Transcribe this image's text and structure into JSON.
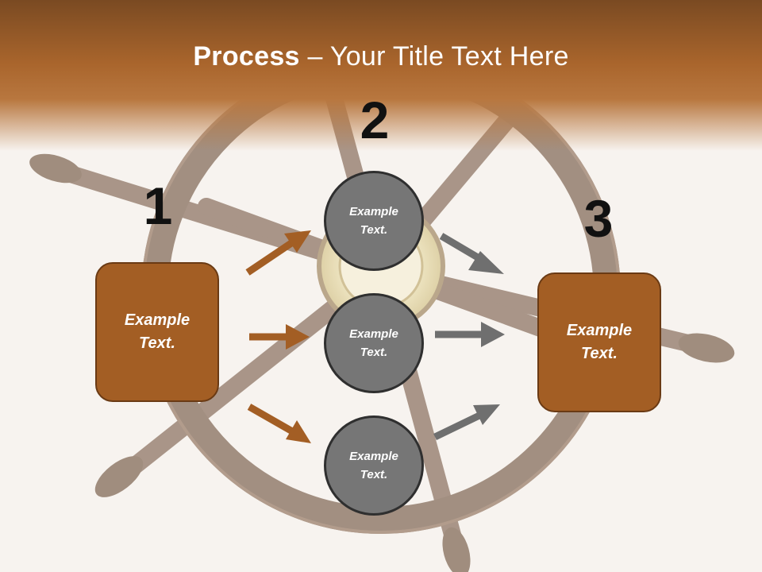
{
  "title": {
    "bold": "Process",
    "rest": " – Your Title Text Here"
  },
  "steps": {
    "one": "1",
    "two": "2",
    "three": "3"
  },
  "left_box": {
    "text": "Example Text."
  },
  "right_box": {
    "text": "Example Text."
  },
  "circles": [
    {
      "text": "Example Text."
    },
    {
      "text": "Example Text."
    },
    {
      "text": "Example Text."
    }
  ],
  "colors": {
    "brown": "#a35e24",
    "brown_border": "#6a3a14",
    "gray_circle": "#767676",
    "gray_arrow": "#6f6f6f",
    "header_brown": "#a9652c"
  }
}
